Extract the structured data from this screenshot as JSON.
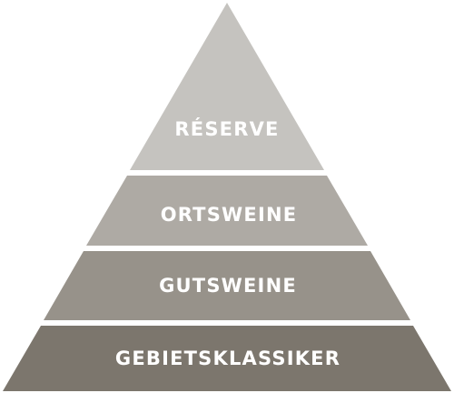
{
  "pyramid": {
    "tiers": [
      {
        "label": "RÉSERVE",
        "color": "#c5c3bf"
      },
      {
        "label": "ORTSWEINE",
        "color": "#aeaaa4"
      },
      {
        "label": "GUTSWEINE",
        "color": "#97928a"
      },
      {
        "label": "GEBIETSKLASSIKER",
        "color": "#7c766d"
      }
    ],
    "separator_color": "#ffffff"
  }
}
